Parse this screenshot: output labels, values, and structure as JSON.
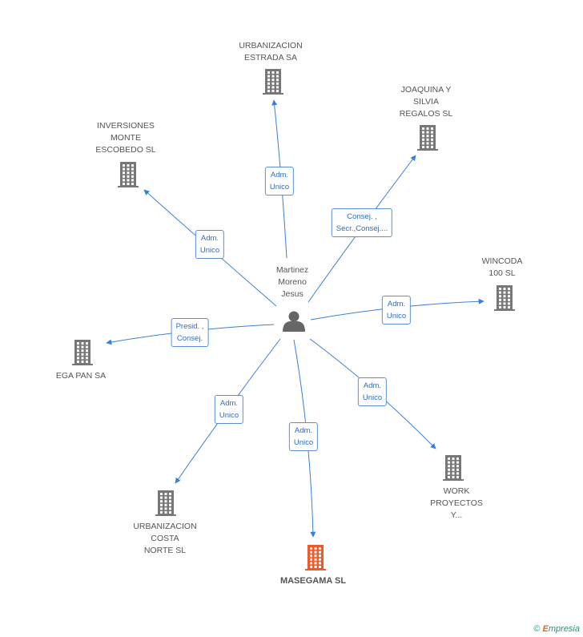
{
  "center": {
    "label": "Martinez\nMoreno\nJesus"
  },
  "companies": [
    {
      "id": "urbanizacion-estrada",
      "label": "URBANIZACION\nESTRADA SA",
      "relation": "Adm.\nUnico",
      "color": "#777777"
    },
    {
      "id": "joaquina",
      "label": "JOAQUINA Y\nSILVIA\nREGALOS SL",
      "relation": "Consej. ,\nSecr.,Consej....",
      "color": "#777777"
    },
    {
      "id": "inversiones",
      "label": "INVERSIONES\nMONTE\nESCOBEDO SL",
      "relation": "Adm.\nUnico",
      "color": "#777777"
    },
    {
      "id": "wincoda",
      "label": "WINCODA\n100 SL",
      "relation": "Adm.\nUnico",
      "color": "#777777"
    },
    {
      "id": "ega-pan",
      "label": "EGA PAN SA",
      "relation": "Presid. ,\nConsej.",
      "color": "#777777"
    },
    {
      "id": "work",
      "label": "WORK\nPROYECTOS\nY...",
      "relation": "Adm.\nUnico",
      "color": "#777777"
    },
    {
      "id": "urbanizacion-costa",
      "label": "URBANIZACION\nCOSTA\nNORTE SL",
      "relation": "Adm.\nUnico",
      "color": "#777777"
    },
    {
      "id": "masegama",
      "label": "MASEGAMA SL",
      "relation": "Adm.\nUnico",
      "color": "#f05a28",
      "highlight": true
    }
  ],
  "colors": {
    "edge": "#3a7fd5",
    "person": "#666666"
  },
  "brand": {
    "copyright": "©",
    "e": "E",
    "rest": "mpresia"
  }
}
